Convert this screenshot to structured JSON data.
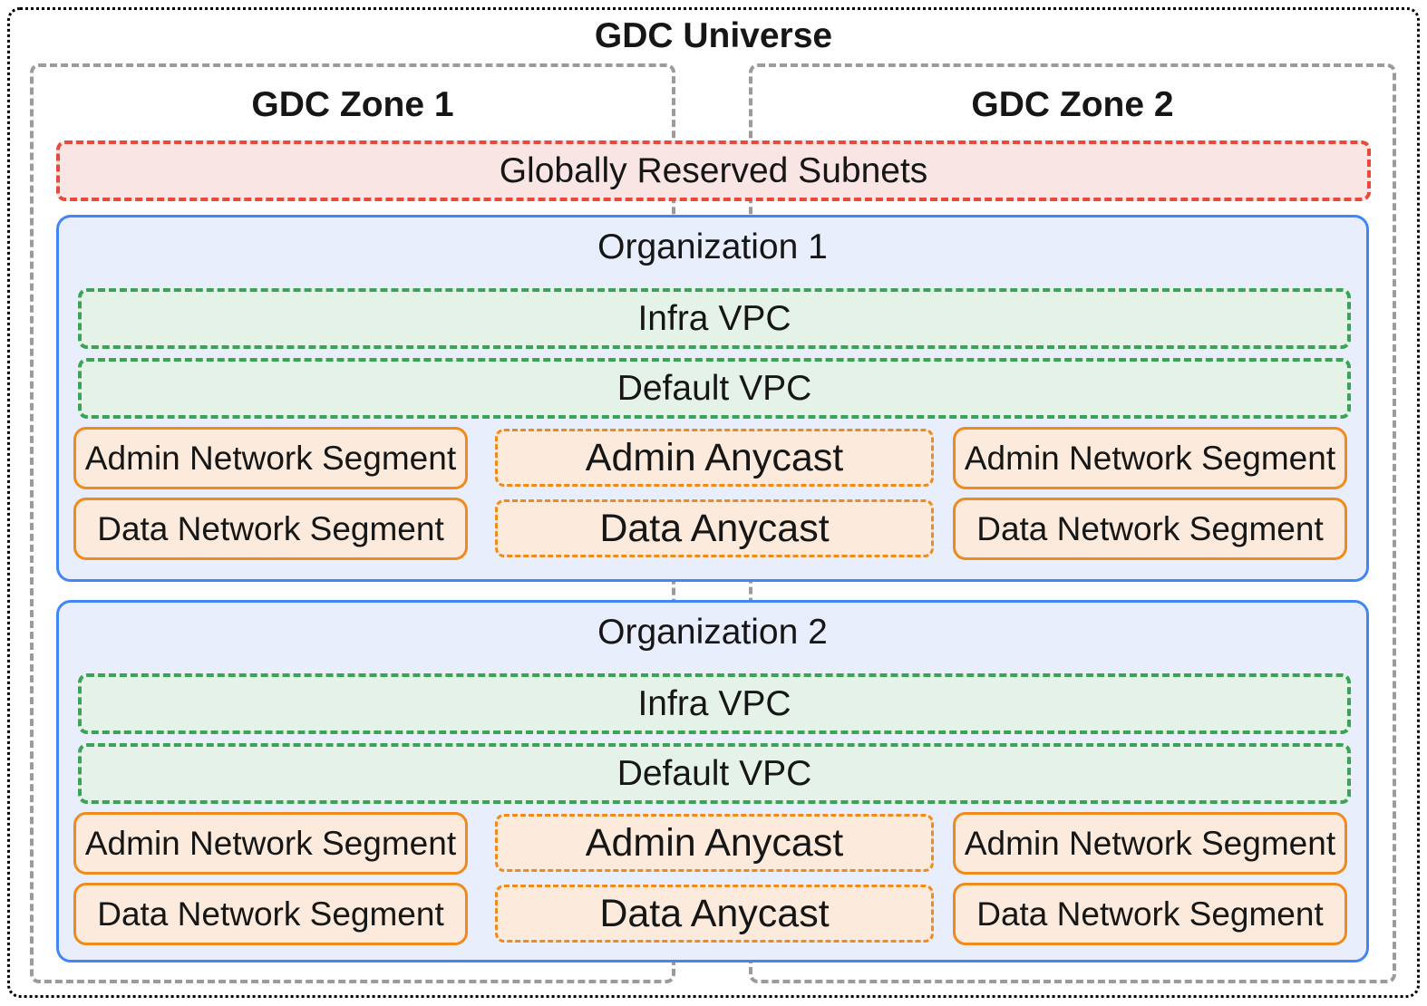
{
  "title": "GDC Universe",
  "zones": [
    {
      "label": "GDC Zone 1"
    },
    {
      "label": "GDC Zone 2"
    }
  ],
  "globally_reserved_subnets": {
    "label": "Globally Reserved Subnets"
  },
  "organizations": [
    {
      "label": "Organization 1",
      "vpcs": [
        {
          "label": "Infra VPC"
        },
        {
          "label": "Default VPC"
        }
      ],
      "zone1_segments": [
        "Admin Network Segment",
        "Data Network Segment"
      ],
      "anycasts": [
        "Admin Anycast",
        "Data Anycast"
      ],
      "zone2_segments": [
        "Admin Network Segment",
        "Data Network Segment"
      ]
    },
    {
      "label": "Organization 2",
      "vpcs": [
        {
          "label": "Infra VPC"
        },
        {
          "label": "Default VPC"
        }
      ],
      "zone1_segments": [
        "Admin Network Segment",
        "Data Network Segment"
      ],
      "anycasts": [
        "Admin Anycast",
        "Data Anycast"
      ],
      "zone2_segments": [
        "Admin Network Segment",
        "Data Network Segment"
      ]
    }
  ],
  "colors": {
    "outer_border": "#000000",
    "zone_border": "#9b9b9b",
    "subnet_border": "#e8493b",
    "subnet_fill": "#f9e5e4",
    "org_border": "#4285f4",
    "org_fill": "#e8eefc",
    "vpc_border": "#3aa356",
    "vpc_fill": "#e4f2e7",
    "segment_border": "#f08a1d",
    "segment_fill": "#fcebdc",
    "text": "#161616"
  }
}
